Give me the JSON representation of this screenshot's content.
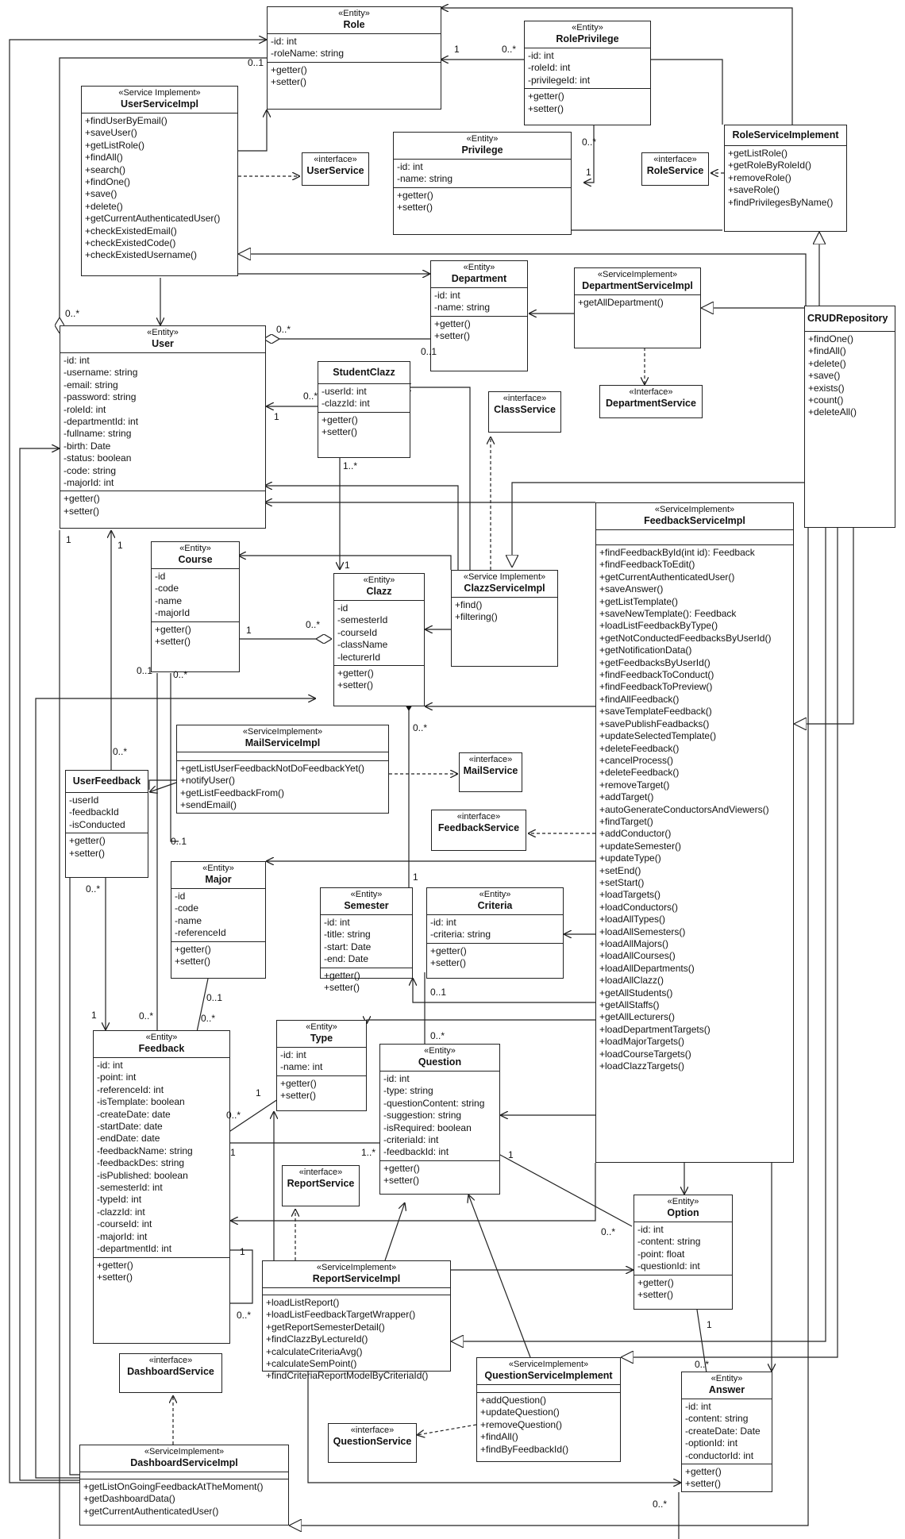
{
  "classes": {
    "role": {
      "stereo": "«Entity»",
      "name": "Role",
      "attrs": [
        "-id: int",
        "-roleName: string"
      ],
      "ops": [
        "+getter()",
        "+setter()"
      ]
    },
    "rolePrivilege": {
      "stereo": "«Entity»",
      "name": "RolePrivilege",
      "attrs": [
        "-id: int",
        "-roleId: int",
        "-privilegeId: int"
      ],
      "ops": [
        "+getter()",
        "+setter()"
      ]
    },
    "privilege": {
      "stereo": "«Entity»",
      "name": "Privilege",
      "attrs": [
        "-id: int",
        "-name: string"
      ],
      "ops": [
        "+getter()",
        "+setter()"
      ]
    },
    "userServiceImpl": {
      "stereo": "«Service Implement»",
      "name": "UserServiceImpl",
      "ops": [
        "+findUserByEmail()",
        "+saveUser()",
        "+getListRole()",
        "+findAll()",
        "+search()",
        "+findOne()",
        "+save()",
        "+delete()",
        "+getCurrentAuthenticatedUser()",
        "+checkExistedEmail()",
        "+checkExistedCode()",
        "+checkExistedUsername()"
      ]
    },
    "userService": {
      "stereo": "«interface»",
      "name": "UserService"
    },
    "roleService": {
      "stereo": "«interface»",
      "name": "RoleService"
    },
    "roleServiceImplement": {
      "name": "RoleServiceImplement",
      "ops": [
        "+getListRole()",
        "+getRoleByRoleId()",
        "+removeRole()",
        "+saveRole()",
        "+findPrivilegesByName()"
      ]
    },
    "department": {
      "stereo": "«Entity»",
      "name": "Department",
      "attrs": [
        "-id: int",
        "-name: string"
      ],
      "ops": [
        "+getter()",
        "+setter()"
      ]
    },
    "departmentServiceImpl": {
      "stereo": "«ServiceImplement»",
      "name": "DepartmentServiceImpl",
      "ops": [
        "+getAllDepartment()"
      ]
    },
    "departmentService": {
      "stereo": "«Interface»",
      "name": "DepartmentService"
    },
    "crudRepository": {
      "name": "CRUDRepository",
      "ops": [
        "+findOne()",
        "+findAll()",
        "+delete()",
        "+save()",
        "+exists()",
        "+count()",
        "+deleteAll()"
      ]
    },
    "user": {
      "stereo": "«Entity»",
      "name": "User",
      "attrs": [
        "-id: int",
        "-username: string",
        "-email: string",
        "-password: string",
        "-roleId: int",
        "-departmentId: int",
        "-fullname: string",
        "-birth: Date",
        "-status: boolean",
        "-code: string",
        "-majorId: int"
      ],
      "ops": [
        "+getter()",
        "+setter()"
      ]
    },
    "studentClazz": {
      "name": "StudentClazz",
      "attrs": [
        "-userId: int",
        "-clazzId: int"
      ],
      "ops": [
        "+getter()",
        "+setter()"
      ]
    },
    "classService": {
      "stereo": "«interface»",
      "name": "ClassService"
    },
    "feedbackServiceImpl": {
      "stereo": "«ServiceImplement»",
      "name": "FeedbackServiceImpl",
      "ops": [
        "+findFeedbackById(int id): Feedback",
        "+findFeedbackToEdit()",
        "+getCurrentAuthenticatedUser()",
        "+saveAnswer()",
        "+getListTemplate()",
        "+saveNewTemplate(): Feedback",
        "+loadListFeedbackByType()",
        "+getNotConductedFeedbacksByUserId()",
        "+getNotificationData()",
        "+getFeedbacksByUserId()",
        "+findFeedbackToConduct()",
        "+findFeedbackToPreview()",
        "+findAllFeedback()",
        "+saveTemplateFeedback()",
        "+savePublishFeadbacks()",
        "+updateSelectedTemplate()",
        "+deleteFeedback()",
        "+cancelProcess()",
        "+deleteFeedback()",
        "+removeTarget()",
        "+addTarget()",
        "+autoGenerateConductorsAndViewers()",
        "+findTarget()",
        "+addConductor()",
        "+updateSemester()",
        "+updateType()",
        "+setEnd()",
        "+setStart()",
        "+loadTargets()",
        "+loadConductors()",
        "+loadAllTypes()",
        "+loadAllSemesters()",
        "+loadAllMajors()",
        "+loadAllCourses()",
        "+loadAllDepartments()",
        "+loadAllClazz()",
        "+getAllStudents()",
        "+getAllStaffs()",
        "+getAllLecturers()",
        "+loadDepartmentTargets()",
        "+loadMajorTargets()",
        "+loadCourseTargets()",
        "+loadClazzTargets()"
      ]
    },
    "course": {
      "stereo": "«Entity»",
      "name": "Course",
      "attrs": [
        "-id",
        "-code",
        "-name",
        "-majorId"
      ],
      "ops": [
        "+getter()",
        "+setter()"
      ]
    },
    "clazz": {
      "stereo": "«Entity»",
      "name": "Clazz",
      "attrs": [
        "-id",
        "-semesterId",
        "-courseId",
        "-className",
        "-lecturerId"
      ],
      "ops": [
        "+getter()",
        "+setter()"
      ]
    },
    "clazzServiceImpl": {
      "stereo": "«Service Implement»",
      "name": "ClazzServiceImpl",
      "ops": [
        "+find()",
        "+filtering()"
      ]
    },
    "mailServiceImpl": {
      "stereo": "«ServiceImplement»",
      "name": "MailServiceImpl",
      "ops": [
        "+getListUserFeedbackNotDoFeedbackYet()",
        "+notifyUser()",
        "+getListFeedbackFrom()",
        "+sendEmail()"
      ]
    },
    "mailService": {
      "stereo": "«interface»",
      "name": "MailService"
    },
    "feedbackService": {
      "stereo": "«interface»",
      "name": "FeedbackService"
    },
    "userFeedback": {
      "name": "UserFeedback",
      "attrs": [
        "-userId",
        "-feedbackId",
        "-isConducted"
      ],
      "ops": [
        "+getter()",
        "+setter()"
      ]
    },
    "major": {
      "stereo": "«Entity»",
      "name": "Major",
      "attrs": [
        "-id",
        "-code",
        "-name",
        "-referenceId"
      ],
      "ops": [
        "+getter()",
        "+setter()"
      ]
    },
    "semester": {
      "stereo": "«Entity»",
      "name": "Semester",
      "attrs": [
        "-id: int",
        "-title: string",
        "-start: Date",
        "-end: Date"
      ],
      "ops": [
        "+getter()",
        "+setter()"
      ]
    },
    "criteria": {
      "stereo": "«Entity»",
      "name": "Criteria",
      "attrs": [
        "-id: int",
        "-criteria: string"
      ],
      "ops": [
        "+getter()",
        "+setter()"
      ]
    },
    "feedback": {
      "stereo": "«Entity»",
      "name": "Feedback",
      "attrs": [
        "-id: int",
        "-point: int",
        "-referenceId: int",
        "-isTemplate: boolean",
        "-createDate: date",
        "-startDate: date",
        "-endDate: date",
        "-feedbackName: string",
        "-feedbackDes: string",
        "-isPublished: boolean",
        "-semesterId: int",
        "-typeId: int",
        "-clazzId: int",
        "-courseId: int",
        "-majorId: int",
        "-departmentId: int"
      ],
      "ops": [
        "+getter()",
        "+setter()"
      ]
    },
    "type": {
      "stereo": "«Entity»",
      "name": "Type",
      "attrs": [
        "-id: int",
        "-name: int"
      ],
      "ops": [
        "+getter()",
        "+setter()"
      ]
    },
    "question": {
      "stereo": "«Entity»",
      "name": "Question",
      "attrs": [
        "-id: int",
        "-type: string",
        "-questionContent: string",
        "-suggestion: string",
        "-isRequired: boolean",
        "-criteriaId: int",
        "-feedbackId: int"
      ],
      "ops": [
        "+getter()",
        "+setter()"
      ]
    },
    "reportService": {
      "stereo": "«interface»",
      "name": "ReportService"
    },
    "option": {
      "stereo": "«Entity»",
      "name": "Option",
      "attrs": [
        "-id: int",
        "-content: string",
        "-point: float",
        "-questionId: int"
      ],
      "ops": [
        "+getter()",
        "+setter()"
      ]
    },
    "reportServiceImpl": {
      "stereo": "«ServiceImplement»",
      "name": "ReportServiceImpl",
      "ops": [
        "+loadListReport()",
        "+loadListFeedbackTargetWrapper()",
        "+getReportSemesterDetail()",
        "+findClazzByLectureId()",
        "+calculateCriteriaAvg()",
        "+calculateSemPoint()",
        "+findCriteriaReportModelByCriteriaId()"
      ]
    },
    "dashboardService": {
      "stereo": "«interface»",
      "name": "DashboardService"
    },
    "questionServiceImplement": {
      "stereo": "«ServiceImplement»",
      "name": "QuestionServiceImplement",
      "ops": [
        "+addQuestion()",
        "+updateQuestion()",
        "+removeQuestion()",
        "+findAll()",
        "+findByFeedbackId()"
      ]
    },
    "answer": {
      "stereo": "«Entity»",
      "name": "Answer",
      "attrs": [
        "-id: int",
        "-content: string",
        "-createDate: Date",
        "-optionId: int",
        "-conductorId: int"
      ],
      "ops": [
        "+getter()",
        "+setter()"
      ]
    },
    "questionService": {
      "stereo": "«interface»",
      "name": "QuestionService"
    },
    "dashboardServiceImpl": {
      "stereo": "«ServiceImplement»",
      "name": "DashboardServiceImpl",
      "ops": [
        "+getListOnGoingFeedbackAtTheMoment()",
        "+getDashboardData()",
        "+getCurrentAuthenticatedUser()"
      ]
    }
  },
  "multiplicities": {
    "m_role_one": "1",
    "m_role_many": "0..*",
    "m_role_user": "0..1",
    "m_priv_many": "0..*",
    "m_priv_one": "1",
    "m_user_many": "0..*",
    "m_dept_many": "0..*",
    "m_dept_one": "0..1",
    "m_sc_many": "0..*",
    "m_sc_user": "1",
    "m_sc_clazz_many": "1..*",
    "m_sc_clazz_one": "1",
    "m_user_one_a": "1",
    "m_user_one_b": "1",
    "m_course_one": "1",
    "m_clazz_many": "0..*",
    "m_course_01": "0..1",
    "m_course_many": "0..*",
    "m_uf_many": "0..*",
    "m_uf_many2": "0..*",
    "m_uf_one": "1",
    "m_clazz_sem": "0..*",
    "m_sem_one": "1",
    "m_major_01": "0..1",
    "m_major_01b": "0..1",
    "m_fb_many_a": "0..*",
    "m_fb_many_b": "0..*",
    "m_crit_01": "0..1",
    "m_q_many": "0..*",
    "m_type_one": "1",
    "m_fb_type_many": "0..*",
    "m_fb_one": "1",
    "m_q_fb_many": "1..*",
    "m_q_opt_one": "1",
    "m_opt_many": "0..*",
    "m_fb_self_one": "1",
    "m_fb_self_many": "0..*",
    "m_opt_ans_one": "1",
    "m_ans_many": "0..*",
    "m_ans_user_many": "0..*"
  }
}
